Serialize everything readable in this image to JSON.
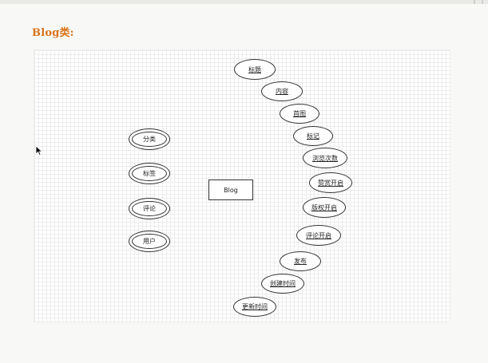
{
  "heading": "Blog类:",
  "entity": {
    "label": "Blog"
  },
  "attributes": [
    "标题",
    "内容",
    "首图",
    "标记",
    "浏览次数",
    "赞赏开启",
    "版权开启",
    "评论开启",
    "发布",
    "创建时间",
    "更新时间"
  ],
  "associations": [
    "分类",
    "标签",
    "评论",
    "用户"
  ],
  "colors": {
    "heading": "#d9731a",
    "stroke": "#333333",
    "grid": "#ececec"
  }
}
